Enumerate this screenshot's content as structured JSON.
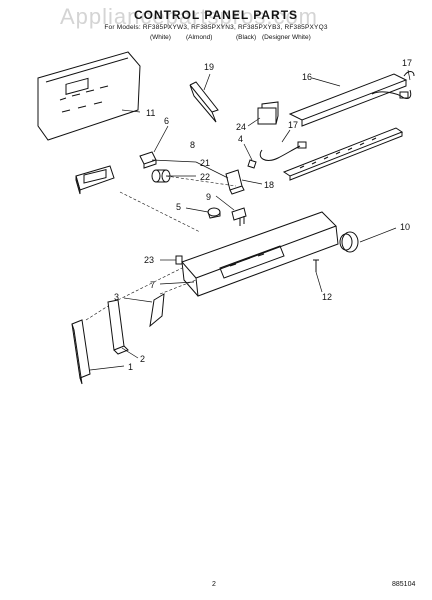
{
  "header": {
    "watermark": "Appliancepartspros.com",
    "title": "CONTROL PANEL PARTS",
    "models": "For Models: RF385PXYW3, RF385PXYN3, RF385PXYB3, RF385PXYQ3",
    "colors": [
      "(White)",
      "(Almond)",
      "(Black)",
      "(Designer White)"
    ]
  },
  "callouts": [
    "19",
    "16",
    "17",
    "11",
    "6",
    "24",
    "17",
    "8",
    "4",
    "21",
    "22",
    "18",
    "5",
    "9",
    "10",
    "23",
    "7",
    "12",
    "3",
    "2",
    "1"
  ],
  "footer": {
    "page_number": "2",
    "doc_number": "885104"
  }
}
